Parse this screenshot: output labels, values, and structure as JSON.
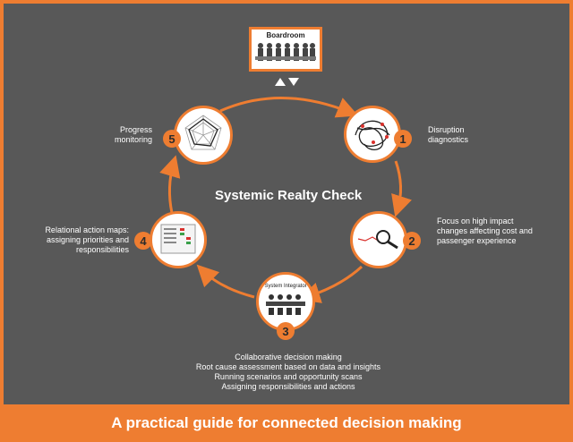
{
  "title": "Systemic Realty Check",
  "footer": "A practical guide for connected decision making",
  "boardroom_label": "Boardroom",
  "steps": [
    {
      "number": "1",
      "lines": [
        "Disruption",
        "diagnostics"
      ]
    },
    {
      "number": "2",
      "lines": [
        "Focus on high impact",
        "changes affecting cost and",
        "passenger experience"
      ]
    },
    {
      "number": "3",
      "lines": [
        "Collaborative decision making",
        "Root cause assessment based on data and insights",
        "Running scenarios and opportunity scans",
        "Assigning responsibilities and actions"
      ]
    },
    {
      "number": "4",
      "lines": [
        "Relational action maps:",
        "assigning priorities and",
        "responsibilities"
      ]
    },
    {
      "number": "5",
      "lines": [
        "Progress",
        "monitoring"
      ]
    }
  ],
  "integrator_label": "System Integrator",
  "colors": {
    "accent": "#ee7d31",
    "panel": "#585858",
    "text": "#ffffff"
  }
}
